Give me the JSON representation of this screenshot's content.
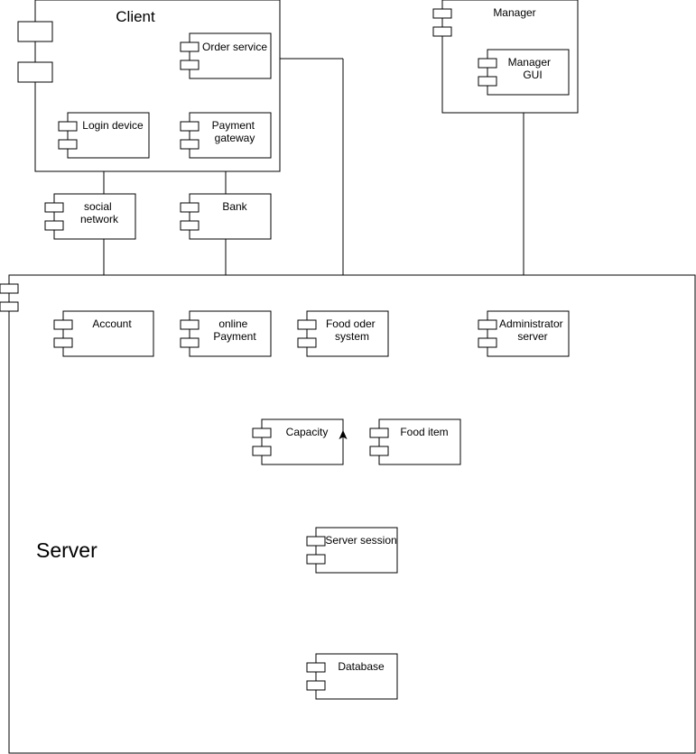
{
  "containers": {
    "client": "Client",
    "manager": "Manager",
    "server": "Server"
  },
  "components": {
    "order_service": "Order service",
    "manager_gui": [
      "Manager",
      "GUI"
    ],
    "login_device": "Login device",
    "payment_gateway": [
      "Payment",
      "gateway"
    ],
    "social_network": [
      "social",
      "network"
    ],
    "bank": "Bank",
    "account": "Account",
    "online_payment": [
      "online",
      "Payment"
    ],
    "food_oder_system": [
      "Food oder",
      "system"
    ],
    "administrator_server": [
      "Administrator",
      "server"
    ],
    "capacity": "Capacity",
    "food_item": "Food item",
    "server_session": "Server session",
    "database": "Database"
  }
}
